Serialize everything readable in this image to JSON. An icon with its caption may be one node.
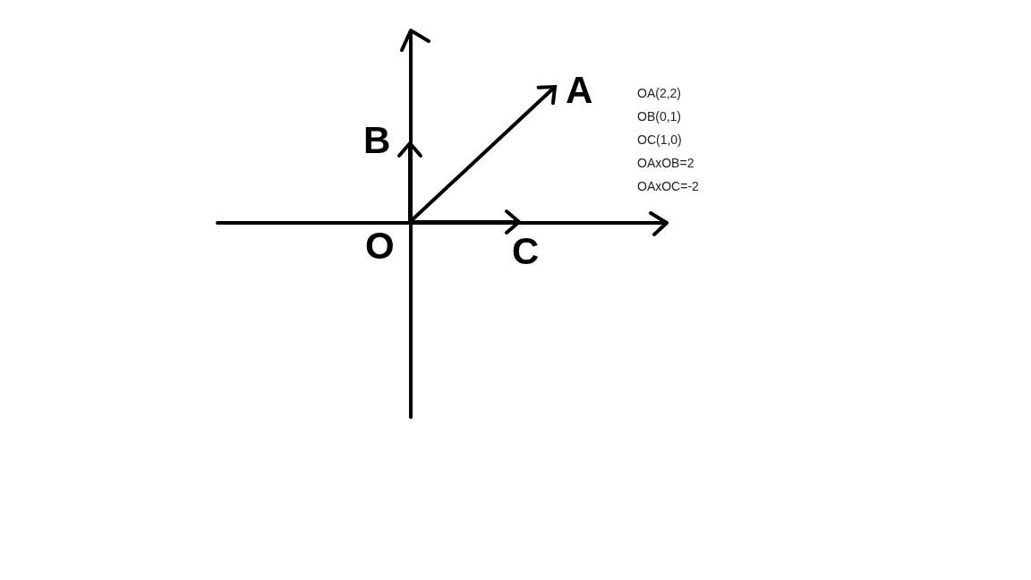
{
  "diagram": {
    "nodes": [
      {
        "text": [
          "O"
        ]
      },
      {
        "text": [
          "A"
        ]
      },
      {
        "text": [
          "B"
        ]
      },
      {
        "text": [
          "C"
        ]
      }
    ],
    "edges": [
      {
        "from": 0,
        "to": 1,
        "arrow": "to"
      },
      {
        "from": 0,
        "to": 2,
        "arrow": "to"
      },
      {
        "from": 0,
        "to": 3,
        "arrow": "to"
      }
    ],
    "labels": [
      "OA(2,2)",
      "OB(0,1)",
      "OC(1,0)",
      "OAxOB=2",
      "OAxOC=-2"
    ]
  }
}
